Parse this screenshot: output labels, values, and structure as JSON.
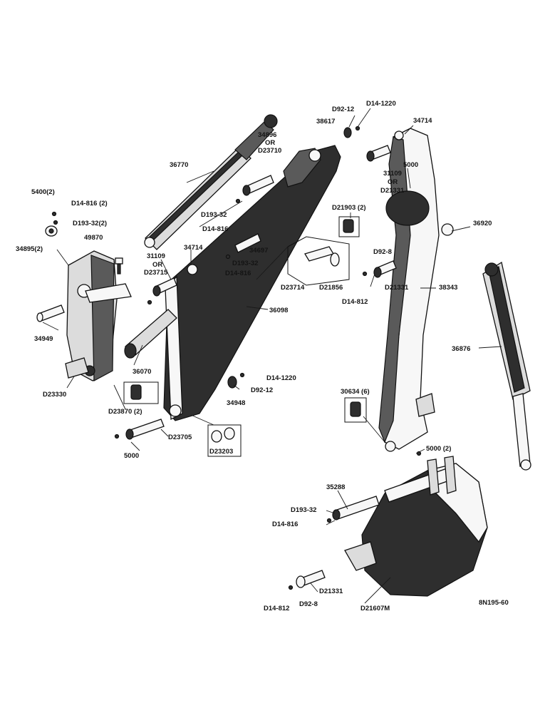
{
  "labels": {
    "p34896": "34896",
    "or1": "OR",
    "p_d23710": "D23710",
    "p36770": "36770",
    "p5400": "5400(2)",
    "p_d14_816_2": "D14-816 (2)",
    "p_d193_32_2": "D193-32(2)",
    "p34895": "34895(2)",
    "p49870": "49870",
    "p_d193_32_a": "D193-32",
    "p_d14_816_a": "D14-816",
    "p31109_a": "31109",
    "or2": "OR",
    "p_d23715": "D23715",
    "p34714_a": "34714",
    "p34697": "34697",
    "p_d193_32_b": "D193-32",
    "p_d14_816_b": "D14-816",
    "p_d23714": "D23714",
    "p_d21856": "D21856",
    "p36098": "36098",
    "p34949": "34949",
    "p36070": "36070",
    "p_d23330": "D23330",
    "p_d23870": "D23870 (2)",
    "p_d14_1220_a": "D14-1220",
    "p_d92_12_a": "D92-12",
    "p34948": "34948",
    "p_d23705": "D23705",
    "p5000_a": "5000",
    "p_d23203": "D23203",
    "p_d92_12_b": "D92-12",
    "p_d14_1220_b": "D14-1220",
    "p38617": "38617",
    "p34714_b": "34714",
    "p31109_b": "31109",
    "or3": "OR",
    "p_d21331_a": "D21331",
    "p5000_b": "5000",
    "p_d21903": "D21903 (2)",
    "p36920": "36920",
    "p_d92_8_a": "D92-8",
    "p_d21331_b": "D21331",
    "p_d14_812_a": "D14-812",
    "p38343": "38343",
    "p36876": "36876",
    "p30634": "30634 (6)",
    "p5000_c": "5000 (2)",
    "p35288": "35288",
    "p_d193_32_c": "D193-32",
    "p_d14_816_c": "D14-816",
    "p_d21331_c": "D21331",
    "p_d14_812_b": "D14-812",
    "p_d92_8_b": "D92-8",
    "p_d21607m": "D21607M",
    "drawing_no": "8N195-60"
  }
}
